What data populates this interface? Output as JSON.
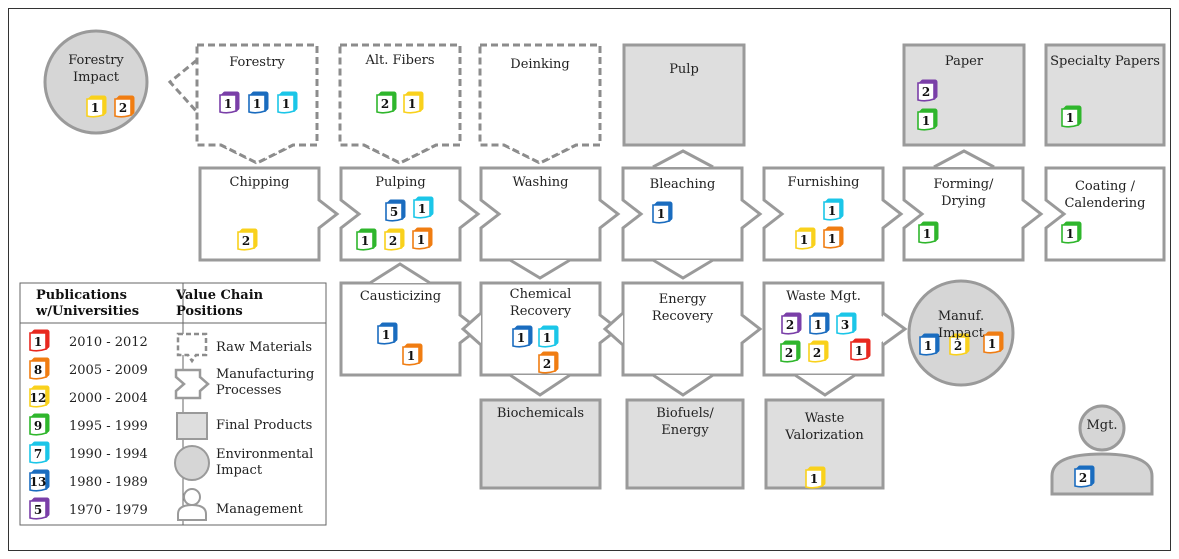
{
  "nodes": [
    {
      "id": "forestry_impact",
      "name": "Forestry Impact",
      "label": "Forestry\nImpact",
      "category": "Environmental Impact",
      "badges": [
        {
          "n": "1",
          "c": "y"
        },
        {
          "n": "2",
          "c": "o"
        }
      ]
    },
    {
      "id": "forestry",
      "name": "Forestry",
      "label": "Forestry",
      "category": "Raw Materials",
      "badges": [
        {
          "n": "1",
          "c": "p"
        },
        {
          "n": "1",
          "c": "b"
        },
        {
          "n": "1",
          "c": "c"
        }
      ]
    },
    {
      "id": "alt_fibers",
      "name": "Alt. Fibers",
      "label": "Alt. Fibers",
      "category": "Raw Materials",
      "badges": [
        {
          "n": "2",
          "c": "g"
        },
        {
          "n": "1",
          "c": "y"
        }
      ]
    },
    {
      "id": "deinking",
      "name": "Deinking",
      "label": "Deinking",
      "category": "Raw Materials",
      "badges": []
    },
    {
      "id": "pulp",
      "name": "Pulp",
      "label": "Pulp",
      "category": "Final Products",
      "badges": []
    },
    {
      "id": "paper",
      "name": "Paper",
      "label": "Paper",
      "category": "Final Products",
      "badges": [
        {
          "n": "2",
          "c": "p"
        },
        {
          "n": "1",
          "c": "g"
        }
      ]
    },
    {
      "id": "specialty_papers",
      "name": "Specialty Papers",
      "label": "Specialty Papers",
      "category": "Final Products",
      "badges": [
        {
          "n": "1",
          "c": "g"
        }
      ]
    },
    {
      "id": "chipping",
      "name": "Chipping",
      "label": "Chipping",
      "category": "Manufacturing Processes",
      "badges": [
        {
          "n": "2",
          "c": "y"
        }
      ]
    },
    {
      "id": "pulping",
      "name": "Pulping",
      "label": "Pulping",
      "category": "Manufacturing Processes",
      "badges": [
        {
          "n": "5",
          "c": "b"
        },
        {
          "n": "1",
          "c": "c"
        },
        {
          "n": "1",
          "c": "g"
        },
        {
          "n": "2",
          "c": "y"
        },
        {
          "n": "1",
          "c": "o"
        }
      ]
    },
    {
      "id": "washing",
      "name": "Washing",
      "label": "Washing",
      "category": "Manufacturing Processes",
      "badges": []
    },
    {
      "id": "bleaching",
      "name": "Bleaching",
      "label": "Bleaching",
      "category": "Manufacturing Processes",
      "badges": [
        {
          "n": "1",
          "c": "b"
        }
      ]
    },
    {
      "id": "furnishing",
      "name": "Furnishing",
      "label": "Furnishing",
      "category": "Manufacturing Processes",
      "badges": [
        {
          "n": "1",
          "c": "c"
        },
        {
          "n": "1",
          "c": "y"
        },
        {
          "n": "1",
          "c": "o"
        }
      ]
    },
    {
      "id": "forming_drying",
      "name": "Forming/ Drying",
      "label": "Forming/\nDrying",
      "category": "Manufacturing Processes",
      "badges": [
        {
          "n": "1",
          "c": "g"
        }
      ]
    },
    {
      "id": "coating",
      "name": "Coating / Calendering",
      "label": "Coating /\nCalendering",
      "category": "Manufacturing Processes",
      "badges": [
        {
          "n": "1",
          "c": "g"
        }
      ]
    },
    {
      "id": "causticizing",
      "name": "Causticizing",
      "label": "Causticizing",
      "category": "Manufacturing Processes",
      "badges": [
        {
          "n": "1",
          "c": "b"
        },
        {
          "n": "1",
          "c": "o"
        }
      ]
    },
    {
      "id": "chem_recovery",
      "name": "Chemical Recovery",
      "label": "Chemical\nRecovery",
      "category": "Manufacturing Processes",
      "badges": [
        {
          "n": "1",
          "c": "b"
        },
        {
          "n": "1",
          "c": "c"
        },
        {
          "n": "2",
          "c": "o"
        }
      ]
    },
    {
      "id": "energy_recovery",
      "name": "Energy Recovery",
      "label": "Energy\nRecovery",
      "category": "Manufacturing Processes",
      "badges": []
    },
    {
      "id": "waste_mgt",
      "name": "Waste Mgt.",
      "label": "Waste Mgt.",
      "category": "Manufacturing Processes",
      "badges": [
        {
          "n": "2",
          "c": "p"
        },
        {
          "n": "1",
          "c": "b"
        },
        {
          "n": "3",
          "c": "c"
        },
        {
          "n": "2",
          "c": "g"
        },
        {
          "n": "2",
          "c": "y"
        },
        {
          "n": "1",
          "c": "r"
        }
      ]
    },
    {
      "id": "manuf_impact",
      "name": "Manuf. Impact",
      "label": "Manuf.\nImpact",
      "category": "Environmental Impact",
      "badges": [
        {
          "n": "1",
          "c": "b"
        },
        {
          "n": "2",
          "c": "y"
        },
        {
          "n": "1",
          "c": "o"
        }
      ]
    },
    {
      "id": "biochemicals",
      "name": "Biochemicals",
      "label": "Biochemicals",
      "category": "Final Products",
      "badges": []
    },
    {
      "id": "biofuels",
      "name": "Biofuels/ Energy",
      "label": "Biofuels/\nEnergy",
      "category": "Final Products",
      "badges": []
    },
    {
      "id": "waste_valor",
      "name": "Waste Valorization",
      "label": "Waste\nValorization",
      "category": "Final Products",
      "badges": [
        {
          "n": "1",
          "c": "y"
        }
      ]
    },
    {
      "id": "mgt",
      "name": "Mgt.",
      "label": "Mgt.",
      "category": "Management",
      "badges": [
        {
          "n": "2",
          "c": "b"
        }
      ]
    }
  ],
  "edges": [
    {
      "from": "forestry_impact",
      "to": "forestry"
    },
    {
      "from": "forestry",
      "to": "chipping"
    },
    {
      "from": "alt_fibers",
      "to": "pulping"
    },
    {
      "from": "deinking",
      "to": "washing"
    },
    {
      "from": "chipping",
      "to": "pulping"
    },
    {
      "from": "pulping",
      "to": "washing"
    },
    {
      "from": "washing",
      "to": "bleaching"
    },
    {
      "from": "bleaching",
      "to": "furnishing"
    },
    {
      "from": "furnishing",
      "to": "forming_drying"
    },
    {
      "from": "forming_drying",
      "to": "coating"
    },
    {
      "from": "bleaching",
      "to": "pulp"
    },
    {
      "from": "forming_drying",
      "to": "paper"
    },
    {
      "from": "washing",
      "to": "chem_recovery"
    },
    {
      "from": "bleaching",
      "to": "energy_recovery"
    },
    {
      "from": "chem_recovery",
      "to": "causticizing"
    },
    {
      "from": "causticizing",
      "to": "pulping"
    },
    {
      "from": "chem_recovery",
      "to": "energy_recovery"
    },
    {
      "from": "chem_recovery",
      "to": "biochemicals"
    },
    {
      "from": "energy_recovery",
      "to": "biofuels"
    },
    {
      "from": "waste_mgt",
      "to": "waste_valor"
    },
    {
      "from": "waste_mgt",
      "to": "manuf_impact"
    }
  ],
  "legend": {
    "publications_header": "Publications\nw/Universities",
    "positions_header": "Value Chain\nPositions",
    "periods": [
      {
        "n": "1",
        "range": "2010 - 2012",
        "c": "r"
      },
      {
        "n": "8",
        "range": "2005 - 2009",
        "c": "o"
      },
      {
        "n": "12",
        "range": "2000 - 2004",
        "c": "y"
      },
      {
        "n": "9",
        "range": "1995 - 1999",
        "c": "g"
      },
      {
        "n": "7",
        "range": "1990 - 1994",
        "c": "c"
      },
      {
        "n": "13",
        "range": "1980 - 1989",
        "c": "b"
      },
      {
        "n": "5",
        "range": "1970 - 1979",
        "c": "p"
      }
    ],
    "positions": [
      {
        "kind": "raw",
        "label": "Raw Materials"
      },
      {
        "kind": "process",
        "label": "Manufacturing\nProcesses"
      },
      {
        "kind": "final",
        "label": "Final Products"
      },
      {
        "kind": "env",
        "label": "Environmental\nImpact"
      },
      {
        "kind": "mgmt",
        "label": "Management"
      }
    ]
  },
  "colors": {
    "r": "#e8281f",
    "o": "#f07d12",
    "y": "#f9d11c",
    "g": "#2fb62c",
    "c": "#1bc6e8",
    "b": "#1a6cbf",
    "p": "#7a3fa8",
    "outline": "#9a9a9a",
    "dash": "#8c8c8c",
    "fill_final": "#dedede",
    "fill_env": "#d6d6d6"
  }
}
